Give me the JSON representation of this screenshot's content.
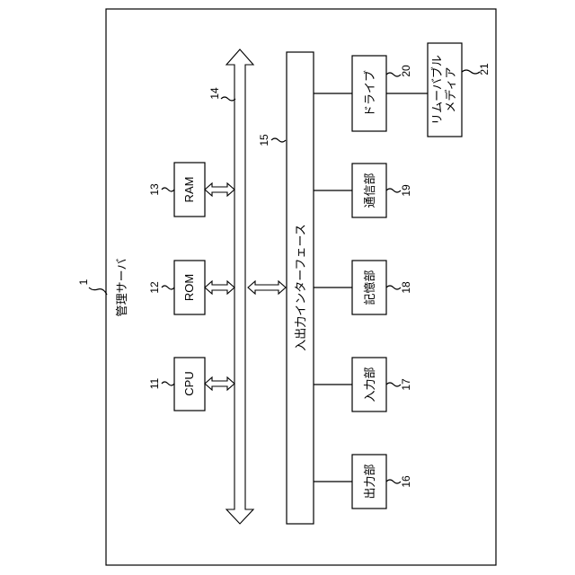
{
  "title": "管理サーバ",
  "labels": {
    "server_ref": "1",
    "cpu": "CPU",
    "cpu_ref": "11",
    "rom": "ROM",
    "rom_ref": "12",
    "ram": "RAM",
    "ram_ref": "13",
    "bus_ref": "14",
    "io_interface": "入出力インターフェース",
    "io_interface_ref": "15",
    "output": "出力部",
    "output_ref": "16",
    "input": "入力部",
    "input_ref": "17",
    "storage": "記憶部",
    "storage_ref": "18",
    "communication": "通信部",
    "communication_ref": "19",
    "drive": "ドライブ",
    "drive_ref": "20",
    "removable_line1": "リムーバブル",
    "removable_line2": "メディア",
    "removable_ref": "21"
  }
}
